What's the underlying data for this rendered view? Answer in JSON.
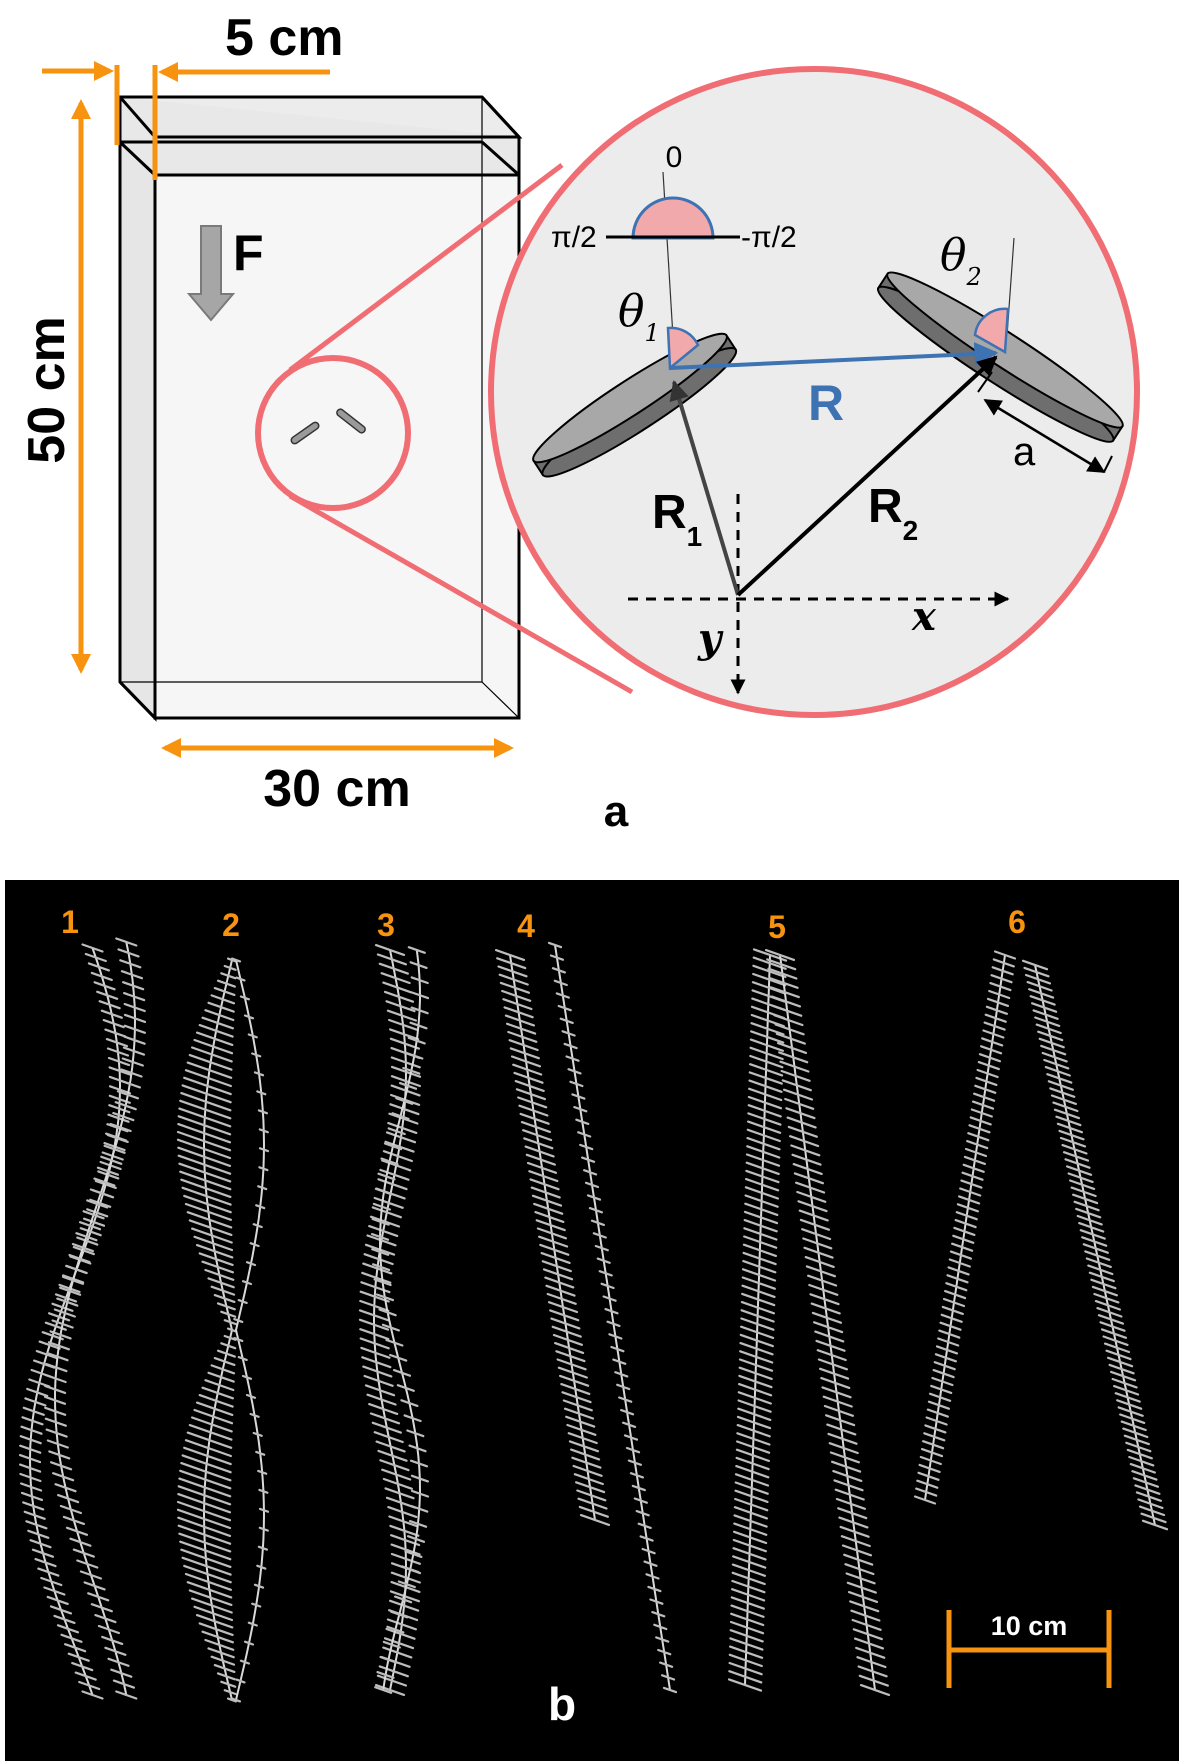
{
  "panel_a": {
    "label": "a",
    "dimensions": {
      "thickness": "5 cm",
      "height": "50 cm",
      "width": "30 cm"
    },
    "force": "F",
    "zoom": {
      "angle_zero": "0",
      "angle_left": "π/2",
      "angle_right": "-π/2",
      "theta": "θ",
      "theta1_sub": "1",
      "theta2_sub": "2",
      "R": "R",
      "R_sub1": "1",
      "R_sub2": "2",
      "a": "a",
      "x": "x",
      "y": "y"
    },
    "colors": {
      "orange": "#f7930f",
      "red_circle": "#f06d73",
      "blue": "#3d72b3",
      "pink_fill": "#f2a9ab",
      "disk_gray": "#a3a3a3"
    }
  },
  "panel_b": {
    "label": "b",
    "trajectories": [
      "1",
      "2",
      "3",
      "4",
      "5",
      "6"
    ],
    "scale_bar": "10 cm"
  }
}
